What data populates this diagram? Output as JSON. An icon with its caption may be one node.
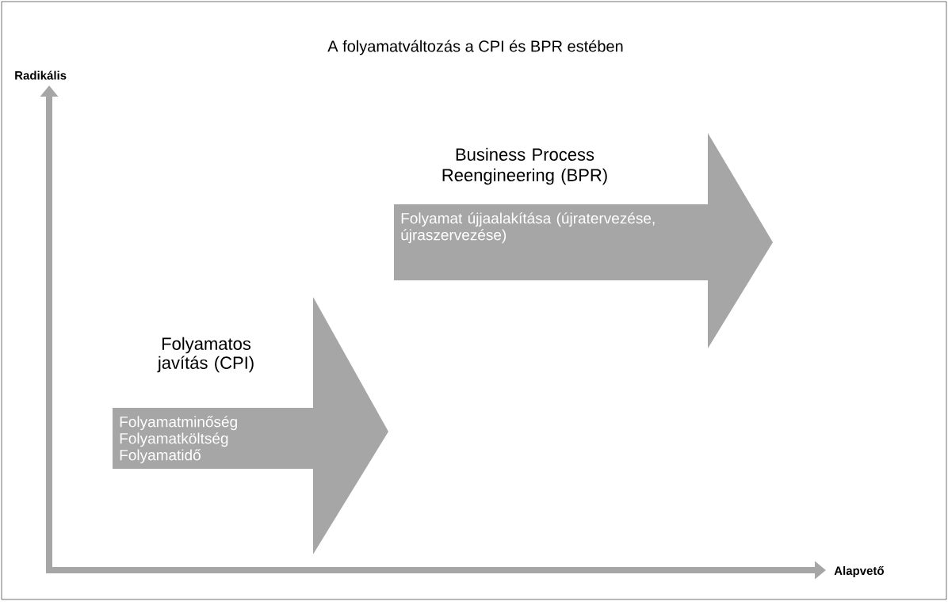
{
  "diagram": {
    "title": "A folyamatváltozás a CPI és BPR estében",
    "nodes": [
      {
        "text": [
          "Folyamatos javítás (CPI)",
          "Folyamatminőség",
          "Folyamatköltség",
          "Folyamatidő"
        ]
      },
      {
        "text": [
          "Business Process Reengineering (BPR)",
          "Folyamat újjaalakítása (újratervezése, újraszervezése)"
        ]
      }
    ],
    "labels": [
      "Radikális",
      "Alapvető"
    ]
  }
}
